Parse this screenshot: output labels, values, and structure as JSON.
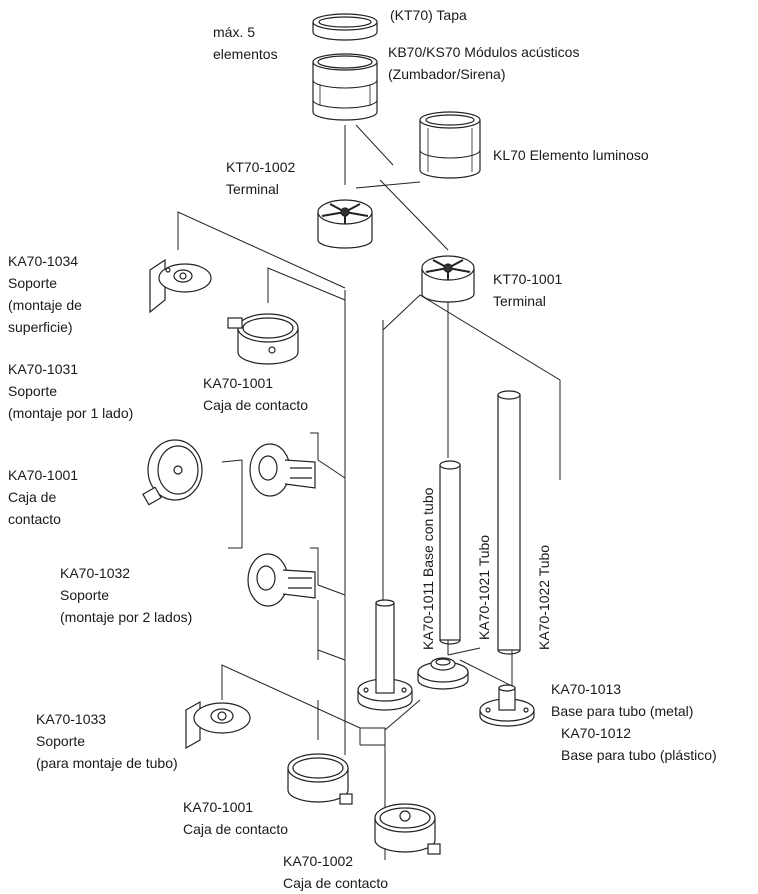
{
  "labels": {
    "max_elements": [
      "máx. 5",
      "elementos"
    ],
    "cap": [
      "(KT70) Tapa"
    ],
    "acoustic": [
      "KB70/KS70 Módulos acústicos",
      "(Zumbador/Sirena)"
    ],
    "light_element": [
      "KL70 Elemento luminoso"
    ],
    "kt70_1002": [
      "KT70-1002",
      "Terminal"
    ],
    "kt70_1001": [
      "KT70-1001",
      "Terminal"
    ],
    "ka70_1034": [
      "KA70-1034",
      "Soporte",
      "(montaje de",
      "superficie)"
    ],
    "ka70_1031": [
      "KA70-1031",
      "Soporte",
      "(montaje por 1 lado)"
    ],
    "ka70_1001_upper": [
      "KA70-1001",
      "Caja de contacto"
    ],
    "ka70_1001_left": [
      "KA70-1001",
      "Caja de",
      "contacto"
    ],
    "ka70_1032": [
      "KA70-1032",
      "Soporte",
      "(montaje por 2 lados)"
    ],
    "ka70_1033": [
      "KA70-1033",
      "Soporte",
      "(para montaje de tubo)"
    ],
    "ka70_1001_lower": [
      "KA70-1001",
      "Caja de contacto"
    ],
    "ka70_1002": [
      "KA70-1002",
      "Caja de contacto"
    ],
    "ka70_1013": [
      "KA70-1013",
      "Base para tubo (metal)"
    ],
    "ka70_1012": [
      "KA70-1012",
      "Base para tubo (plástico)"
    ]
  },
  "vertical_labels": {
    "ka70_1011": "KA70-1011 Base con tubo",
    "ka70_1021": "KA70-1021 Tubo",
    "ka70_1022": "KA70-1022 Tubo"
  },
  "colors": {
    "line": "#222222",
    "fill": "#ffffff",
    "shade": "#d9d9d9"
  }
}
